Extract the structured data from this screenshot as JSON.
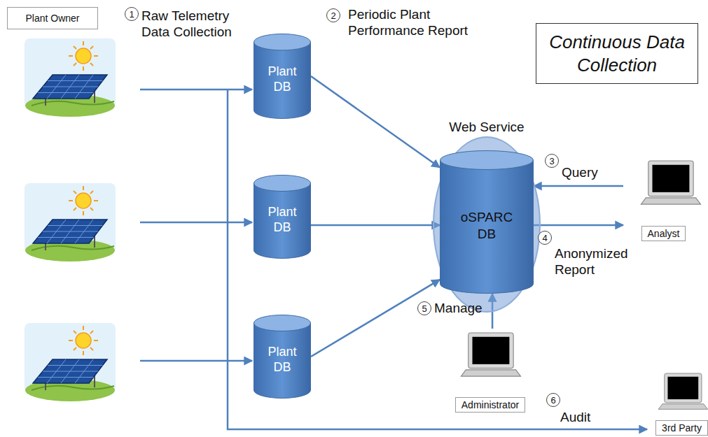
{
  "diagram": {
    "nodes": [
      {
        "text": [
          "Plant Owner"
        ]
      },
      {
        "text": [
          "Plant DB"
        ]
      },
      {
        "text": [
          "Plant DB"
        ]
      },
      {
        "text": [
          "Plant DB"
        ]
      },
      {
        "text": [
          "Web Service"
        ]
      },
      {
        "text": [
          "oSPARC DB"
        ],
        "in": 4
      },
      {
        "text": [
          "Analyst"
        ]
      },
      {
        "text": [
          "Administrator"
        ]
      },
      {
        "text": [
          "3rd Party"
        ]
      },
      {
        "text": [
          "Continuous Data Collection"
        ]
      }
    ],
    "edges": [
      {
        "from": 1,
        "to": 5,
        "arrow": "to"
      },
      {
        "from": 2,
        "to": 5,
        "arrow": "to"
      },
      {
        "from": 3,
        "to": 5,
        "arrow": "to"
      },
      {
        "from": 6,
        "to": 5,
        "arrow": "to",
        "label": "Query"
      },
      {
        "from": 5,
        "to": 6,
        "arrow": "to",
        "label": "Anonymized Report"
      },
      {
        "from": 7,
        "to": 5,
        "arrow": "to",
        "label": "Manage"
      }
    ],
    "labels": [
      "1",
      "Raw Telemetry Data Collection",
      "2",
      "Periodic Plant Performance Report",
      "3",
      "4",
      "5",
      "Audit",
      "6"
    ]
  }
}
